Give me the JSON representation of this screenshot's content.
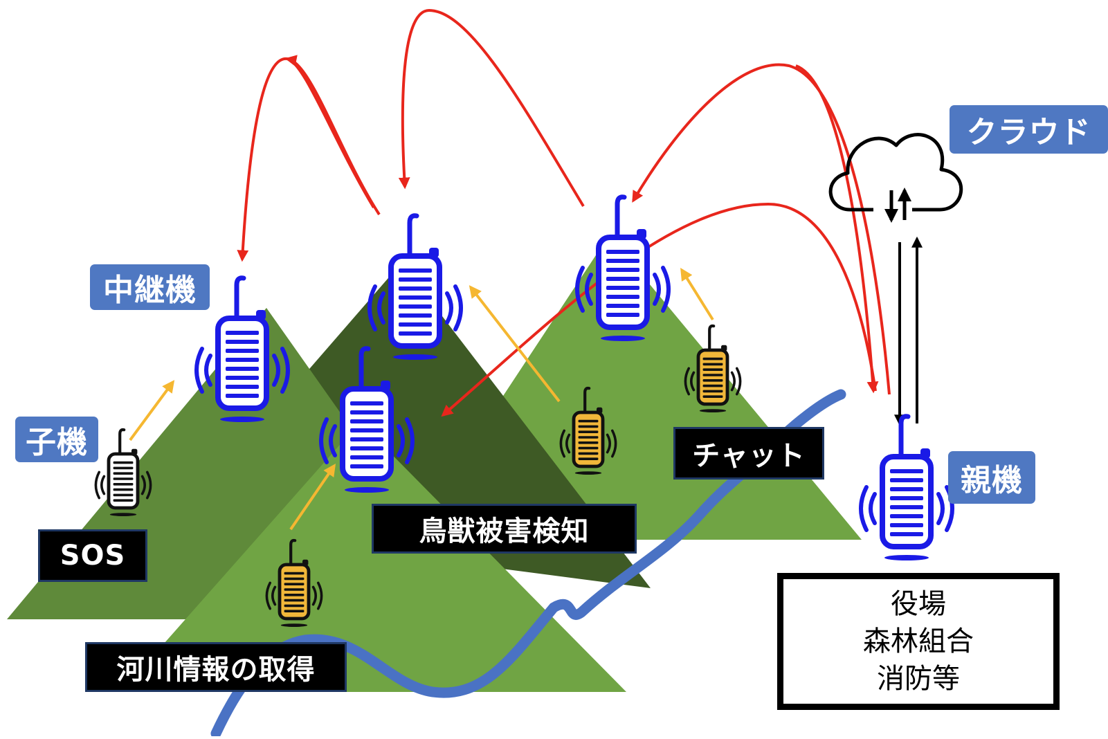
{
  "labels": {
    "cloud": "クラウド",
    "relay": "中継機",
    "child": "子機",
    "parent": "親機",
    "sos": "SOS",
    "chat": "チャット",
    "wildlife": "鳥獣被害検知",
    "river": "河川情報の取得",
    "org_lines": [
      "役場",
      "森林組合",
      "消防等"
    ]
  },
  "colors": {
    "mountain_light": "#70a444",
    "mountain_mid": "#5f8a3a",
    "mountain_dark": "#3e5a25",
    "river": "#4a72c4",
    "relay_device": "#1a1ae6",
    "child_device": "#111111",
    "red_arrow": "#e8261c",
    "yellow_arrow": "#f5b731",
    "label_blue": "#4f78c2"
  },
  "icons": [
    "cloud-icon",
    "walkie-talkie-icon"
  ]
}
